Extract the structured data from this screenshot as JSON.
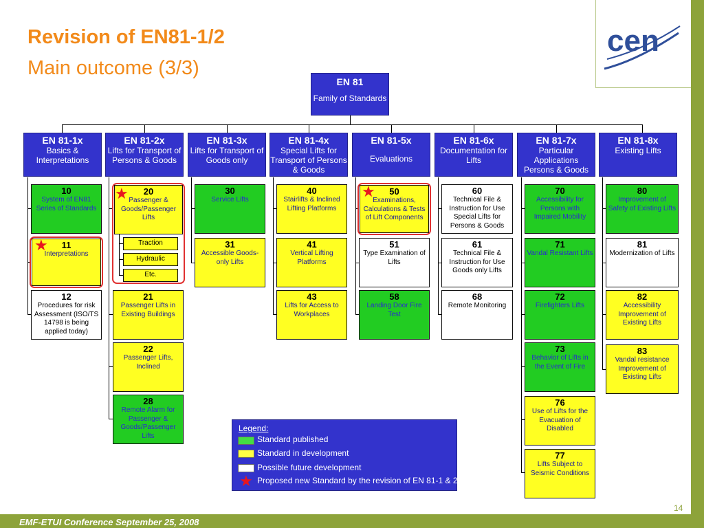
{
  "title": {
    "line1": "Revision of EN81-1/2",
    "line2": "Main outcome (3/3)"
  },
  "footer": {
    "text": "EMF-ETUI Conference September 25, 2008",
    "page": "14"
  },
  "logo": {
    "text": "cen"
  },
  "colors": {
    "published": "#22cc22",
    "development": "#ffff22",
    "future": "#ffffff",
    "header": "#3333cc",
    "star": "#e8161f",
    "frame": "#8da33a"
  },
  "root": {
    "code": "EN 81",
    "label": "Family of Standards"
  },
  "columns": [
    {
      "code": "EN 81-1x",
      "label": "Basics & Interpretations"
    },
    {
      "code": "EN 81-2x",
      "label": "Lifts for Transport of Persons & Goods"
    },
    {
      "code": "EN 81-3x",
      "label": "Lifts for Transport of Goods only"
    },
    {
      "code": "EN 81-4x",
      "label": "Special Lifts for Transport of Persons & Goods"
    },
    {
      "code": "EN 81-5x",
      "label": "Evaluations"
    },
    {
      "code": "EN 81-6x",
      "label": "Documentation for Lifts"
    },
    {
      "code": "EN 81-7x",
      "label": "Particular Applications Persons & Goods"
    },
    {
      "code": "EN 81-8x",
      "label": "Existing Lifts"
    }
  ],
  "boxes": {
    "b10": {
      "num": "10",
      "desc": "System of EN81 Series of Standards"
    },
    "b11": {
      "num": "11",
      "desc": "Interpretations"
    },
    "b12": {
      "num": "12",
      "desc": "Procedures for risk Assessment (ISO/TS 14798 is being applied today)"
    },
    "b20": {
      "num": "20",
      "desc": "Passenger & Goods/Passenger Lifts"
    },
    "b21": {
      "num": "21",
      "desc": "Passenger Lifts in Existing Buildings"
    },
    "b22": {
      "num": "22",
      "desc": "Passenger Lifts, Inclined"
    },
    "b28": {
      "num": "28",
      "desc": "Remote Alarm for Passenger & Goods/Passenger Lifts"
    },
    "b30": {
      "num": "30",
      "desc": "Service Lifts"
    },
    "b31": {
      "num": "31",
      "desc": "Accessible Goods-only Lifts"
    },
    "b40": {
      "num": "40",
      "desc": "Stairlifts & Inclined Lifting Platforms"
    },
    "b41": {
      "num": "41",
      "desc": "Vertical Lifting Platforms"
    },
    "b43": {
      "num": "43",
      "desc": "Lifts for Access to Workplaces"
    },
    "b50": {
      "num": "50",
      "desc": "Examinations, Calculations & Tests of Lift Components"
    },
    "b51": {
      "num": "51",
      "desc": "Type Examination of Lifts"
    },
    "b58": {
      "num": "58",
      "desc": "Landing Door Fire Test"
    },
    "b60": {
      "num": "60",
      "desc": "Technical File & Instruction for Use Special Lifts for Persons & Goods"
    },
    "b61": {
      "num": "61",
      "desc": "Technical File & Instruction for Use Goods only  Lifts"
    },
    "b68": {
      "num": "68",
      "desc": "Remote Monitoring"
    },
    "b70": {
      "num": "70",
      "desc": "Accessibility for Persons with Impaired Mobility"
    },
    "b71": {
      "num": "71",
      "desc": "Vandal Resistant Lifts"
    },
    "b72": {
      "num": "72",
      "desc": "Firefighters Lifts"
    },
    "b73": {
      "num": "73",
      "desc": "Behavior of Lifts in the Event of Fire"
    },
    "b76": {
      "num": "76",
      "desc": "Use of Lifts for the Evacuation of Disabled"
    },
    "b77": {
      "num": "77",
      "desc": "Lifts Subject to Seismic Conditions"
    },
    "b80": {
      "num": "80",
      "desc": "Improvement of Safety of Existing Lifts"
    },
    "b81": {
      "num": "81",
      "desc": "Modernization of Lifts"
    },
    "b82": {
      "num": "82",
      "desc": "Accessibility Improvement of Existing Lifts"
    },
    "b83": {
      "num": "83",
      "desc": "Vandal resistance Improvement of Existing Lifts"
    }
  },
  "sub20": [
    "Traction",
    "Hydraulic",
    "Etc."
  ],
  "legend": {
    "title": "Legend:",
    "items": [
      "Standard published",
      "Standard in development",
      "Possible future development",
      "Proposed new Standard by the revision of EN 81-1 & 2"
    ]
  }
}
